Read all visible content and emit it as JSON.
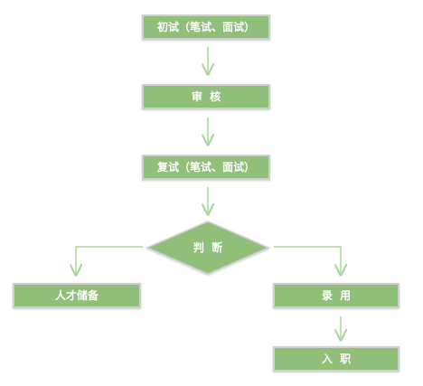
{
  "flowchart": {
    "steps": {
      "initial_exam": "初试（笔试、面试）",
      "review": "审  核",
      "second_exam": "复试（笔试、面试）",
      "decision": "判  断",
      "talent_reserve": "人才储备",
      "hire": "录  用",
      "onboard": "入  职"
    }
  },
  "colors": {
    "node_fill": "#8fbf79",
    "node_border": "#cfcfcf",
    "arrow": "#a9d79a",
    "text": "#ffffff"
  }
}
